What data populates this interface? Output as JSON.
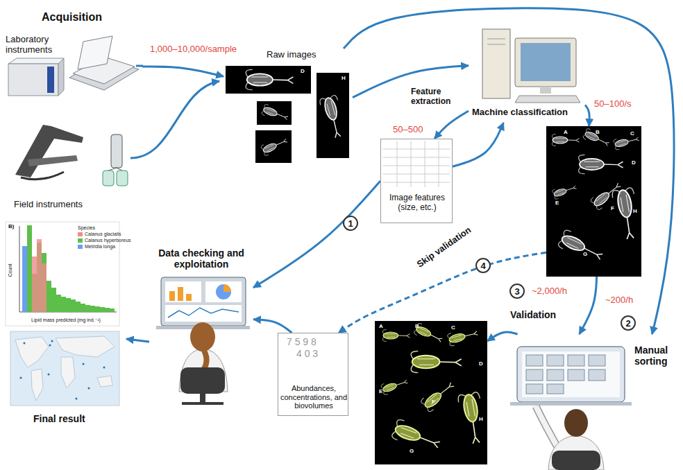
{
  "diagram": {
    "nodes": [
      {
        "text": [
          "Acquisition",
          "Laboratory instruments",
          "Field instruments"
        ]
      },
      {
        "text": [
          "Raw images",
          "D",
          "H"
        ]
      },
      {
        "text": [
          "Machine classification"
        ]
      },
      {
        "text": [
          "Image features (size, etc.)"
        ]
      },
      {
        "text": [
          "A",
          "B",
          "C",
          "D",
          "E",
          "F",
          "G",
          "H"
        ]
      },
      {
        "text": [
          "Manual sorting"
        ]
      },
      {
        "text": [
          "A",
          "B",
          "C",
          "D",
          "E",
          "F",
          "G",
          "H"
        ]
      },
      {
        "text": [
          "7 5 9 8",
          "4 0 3",
          "Abundances, concentrations, and biovolumes"
        ]
      },
      {
        "text": [
          "Data checking and exploitation"
        ]
      },
      {
        "text": [
          "Final result"
        ]
      }
    ],
    "edges": [
      {
        "from": 0,
        "to": 1,
        "arrow": "to"
      },
      {
        "from": 1,
        "to": 2,
        "arrow": "to"
      },
      {
        "from": 1,
        "to": 5,
        "arrow": "to"
      },
      {
        "from": 2,
        "to": 3,
        "arrow": "to",
        "label": "Feature extraction"
      },
      {
        "from": 3,
        "to": 2,
        "arrow": "to"
      },
      {
        "from": 2,
        "to": 4,
        "arrow": "to"
      },
      {
        "from": 4,
        "to": 5,
        "arrow": "to",
        "label": "Validation"
      },
      {
        "from": 4,
        "to": 7,
        "arrow": "to",
        "label": "Skip validation"
      },
      {
        "from": 3,
        "to": 8,
        "arrow": "to"
      },
      {
        "from": 7,
        "to": 8,
        "arrow": "to"
      },
      {
        "from": 8,
        "to": 9,
        "arrow": "to"
      },
      {
        "from": 5,
        "to": 6,
        "arrow": "to"
      }
    ],
    "labels": [
      "1,000–10,000/sample",
      "50–100/s",
      "50–500",
      "1",
      "2",
      "3",
      "4",
      "~2,000/h",
      "~200/h",
      "B)",
      "Species",
      "Count",
      "Lipid mass predicted (mg ind.⁻¹)"
    ],
    "legend": [
      {
        "text": "Calanus glacialis",
        "color": "#f08c8c"
      },
      {
        "text": "Calanus hyperboreus",
        "color": "#5cbf4a"
      },
      {
        "text": "Metridia longa",
        "color": "#6a9ff0"
      }
    ]
  }
}
